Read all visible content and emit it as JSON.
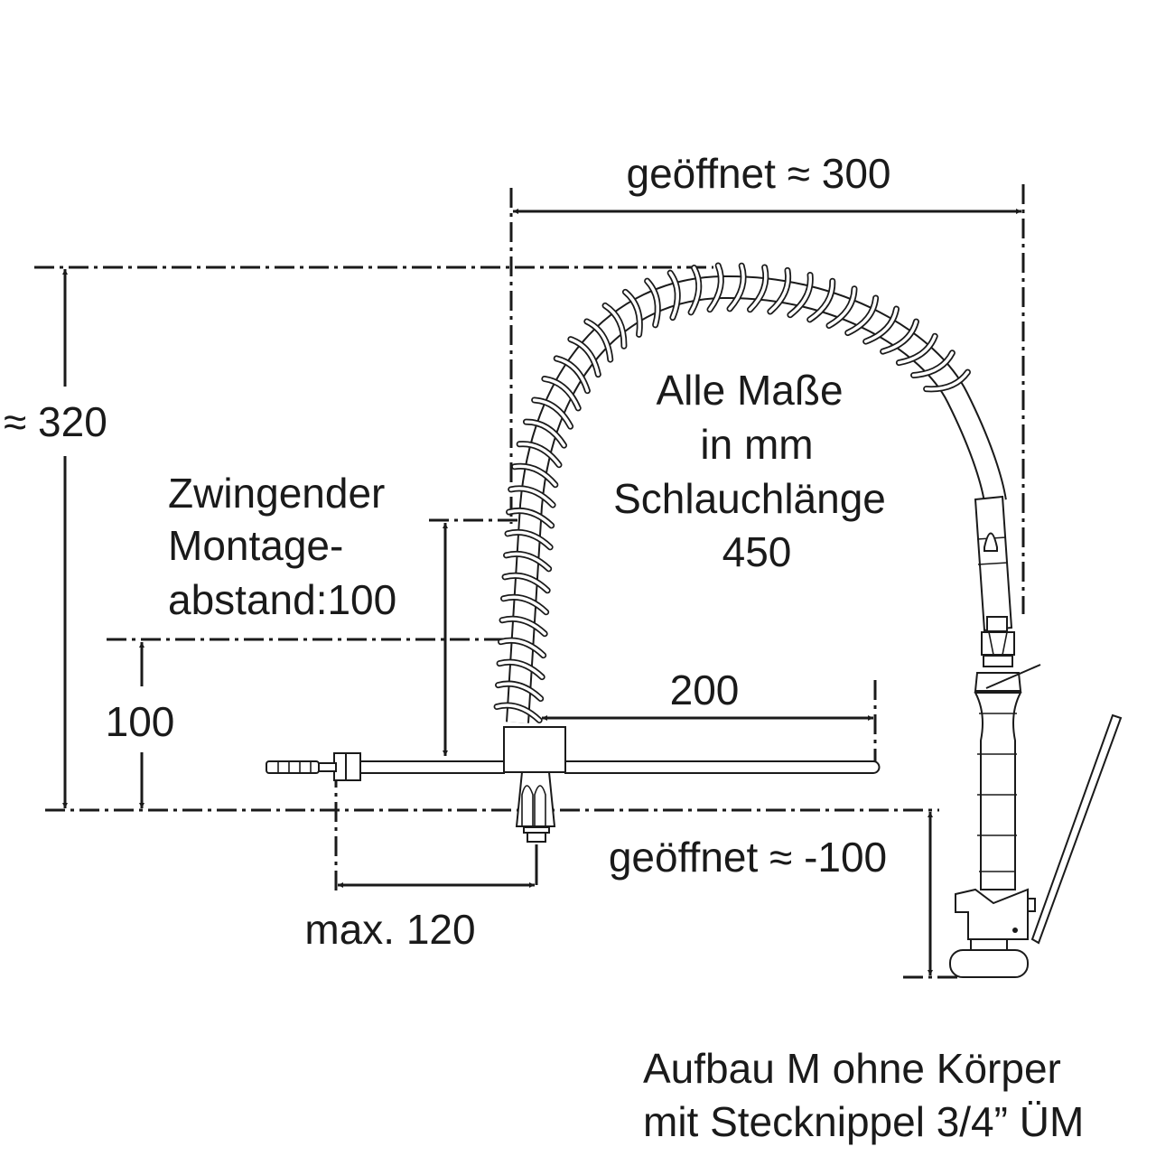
{
  "drawing": {
    "title_note": [
      "Alle Maße",
      "in mm",
      "Schlauchlänge",
      "450"
    ],
    "dimensions": {
      "open_width": "geöffnet ≈ 300",
      "total_height": "≈ 320",
      "mounting_note": [
        "Zwingender",
        "Montage-",
        "abstand:100"
      ],
      "bottom_height": "100",
      "arm_length": "200",
      "max_offset": "max. 120",
      "open_drop": "geöffnet ≈ -100"
    },
    "caption": [
      "Aufbau M ohne Körper",
      "mit Stecknippel 3/4” ÜM"
    ],
    "line_color": "#1a1a1a",
    "background": "#ffffff"
  }
}
